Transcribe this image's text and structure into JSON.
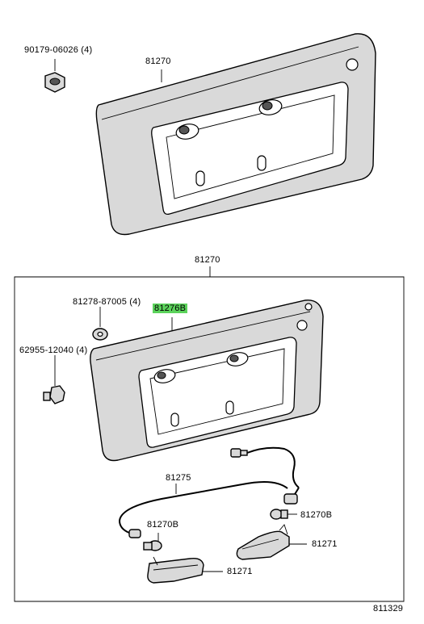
{
  "labels": {
    "top_nut": "90179-06026 (4)",
    "top_garnish": "81270",
    "assy_bracket": "81270",
    "washer": "81278-87005 (4)",
    "garnish_highlighted": "81276B",
    "screw": "62955-12040 (4)",
    "wire": "81275",
    "bulb_left": "81270B",
    "bulb_right": "81270B",
    "lamp_left": "81271",
    "lamp_right": "81271",
    "diagram_id": "811329"
  },
  "colors": {
    "highlight": "#5bd35b",
    "part_fill": "#d9d9d9",
    "line": "#000000"
  }
}
